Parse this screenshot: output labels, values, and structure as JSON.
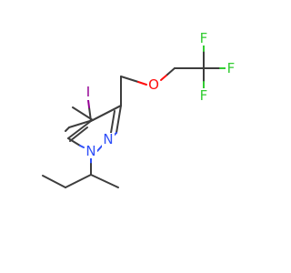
{
  "molecule": {
    "atoms": {
      "iodine": {
        "symbol": "I",
        "color": "#940094"
      },
      "n1": {
        "symbol": "N",
        "color": "#3050f8"
      },
      "n2": {
        "symbol": "N",
        "color": "#3050f8"
      },
      "oxygen": {
        "symbol": "O",
        "color": "#ff0d0d"
      },
      "f1": {
        "symbol": "F",
        "color": "#33cc33"
      },
      "f2": {
        "symbol": "F",
        "color": "#33cc33"
      },
      "f3": {
        "symbol": "F",
        "color": "#33cc33"
      }
    },
    "bond_color": "#3d3d3d"
  }
}
